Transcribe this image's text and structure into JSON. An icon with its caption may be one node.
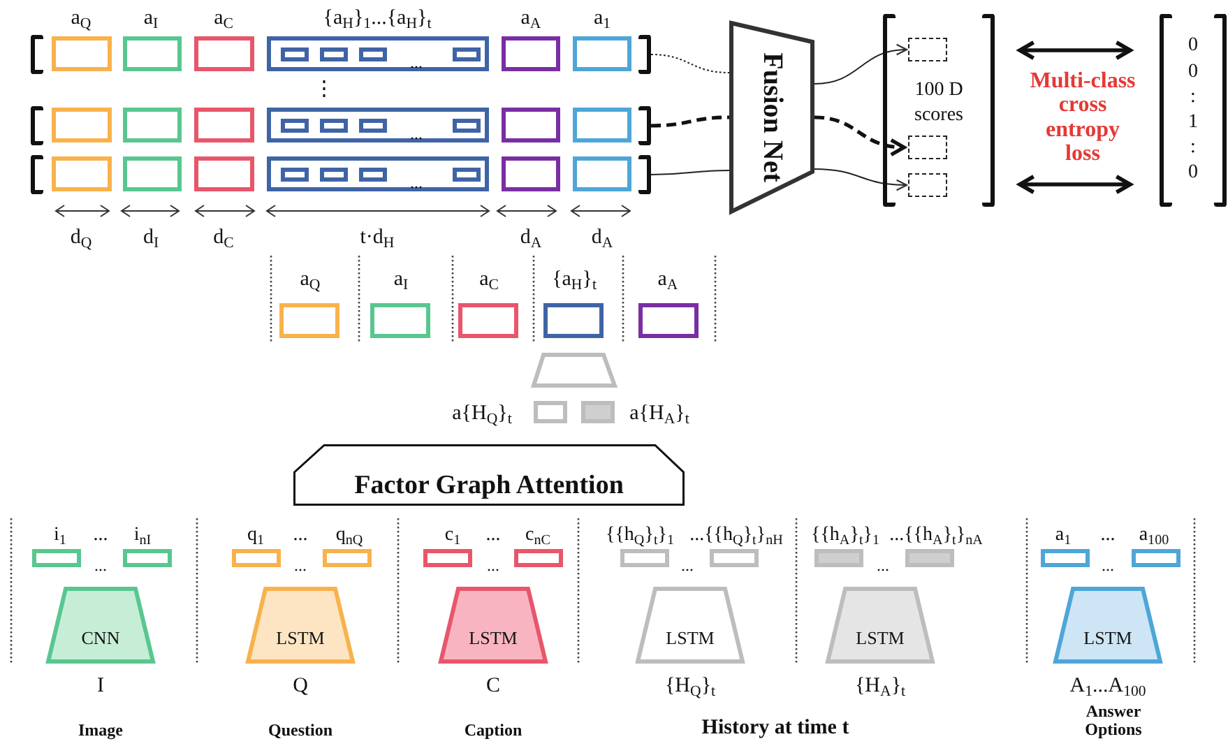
{
  "diagram": {
    "nodes": [
      {
        "text": [],
        "shape": "bar"
      },
      {
        "text": [],
        "shape": "bar"
      },
      {
        "text": [],
        "shape": "bar"
      },
      {
        "text": [
          "Fusion Net"
        ]
      },
      {
        "text": [
          "100 D scores"
        ]
      },
      {
        "text": [],
        "shape": "box",
        "in": 4
      },
      {
        "text": [],
        "shape": "box",
        "in": 4
      },
      {
        "text": [],
        "shape": "box",
        "in": 4
      },
      {
        "text": [
          "0",
          "0",
          ":",
          "1",
          ":",
          "0"
        ]
      },
      {
        "text": [
          "Factor Graph Attention"
        ]
      },
      {
        "text": [
          "CNN"
        ],
        "beside": [
          "I"
        ]
      },
      {
        "text": [
          "LSTM"
        ],
        "beside": [
          "Q"
        ]
      },
      {
        "text": [
          "LSTM"
        ],
        "beside": [
          "C"
        ]
      },
      {
        "text": [
          "LSTM"
        ],
        "beside": [
          "{H$_{Q}$}$_{t}$"
        ]
      },
      {
        "text": [
          "LSTM"
        ],
        "beside": [
          "{H$_{A}$}$_{t}$"
        ]
      },
      {
        "text": [
          "LSTM"
        ],
        "beside": [
          "A$_{1}$...A$_{100}$"
        ]
      }
    ],
    "edges": [
      {
        "from": 0,
        "to": 3,
        "arrow": "none",
        "style": "dashed"
      },
      {
        "from": 1,
        "to": 3,
        "arrow": "none",
        "style": "dashed"
      },
      {
        "from": 2,
        "to": 3,
        "arrow": "none"
      },
      {
        "from": 3,
        "to": 5,
        "arrow": "to"
      },
      {
        "from": 3,
        "to": 6,
        "arrow": "to",
        "style": "dashed"
      },
      {
        "from": 3,
        "to": 7,
        "arrow": "to"
      },
      {
        "from": 4,
        "to": 8,
        "arrow": "both",
        "style": "thick"
      },
      {
        "from": 4,
        "to": 8,
        "arrow": "both",
        "style": "thick"
      }
    ],
    "labels": [
      "a$_{Q}$",
      "a$_{I}$",
      "a$_{C}$",
      "{a$_{H}$}$_{1}$...{a$_{H}$}$_{t}$",
      "a$_{A}$",
      "a$_{1}$",
      "...",
      "⋮",
      "...",
      "...",
      "d$_{Q}$",
      "d$_{I}$",
      "d$_{C}$",
      "t·d$_{H}$",
      "d$_{A}$",
      "d$_{A}$",
      "Multi-class cross entropy loss",
      "a$_{Q}$",
      "a$_{I}$",
      "a$_{C}$",
      "{a$_{H}$}$_{t}$",
      "a$_{A}$",
      "a{H$_{Q}$}$_{t}$",
      "a{H$_{A}$}$_{t}$",
      "i$_{1}$",
      "...",
      "i$_{nI}$",
      "...",
      "q$_{1}$",
      "...",
      "q$_{nQ}$",
      "...",
      "c$_{1}$",
      "...",
      "c$_{nC}$",
      "...",
      "{{h$_{Q}$}$_{t}$}$_{1}$",
      "...{{h$_{Q}$}$_{t}$}$_{nH}$",
      "...",
      "{{h$_{A}$}$_{t}$}$_{1}$",
      "...{{h$_{A}$}$_{t}$}$_{nA}$",
      "...",
      "a$_{1}$",
      "...",
      "a$_{100}$",
      "...",
      "Image",
      "Question",
      "Caption",
      "History at time t",
      "Answer Options"
    ]
  }
}
